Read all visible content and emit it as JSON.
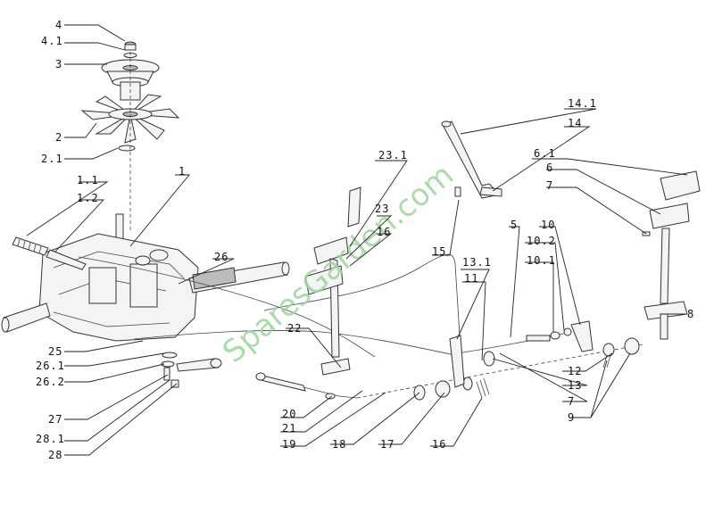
{
  "watermark": "SparesGarden.com",
  "labels": [
    {
      "id": "4",
      "text": "4"
    },
    {
      "id": "4.1",
      "text": "4.1"
    },
    {
      "id": "3",
      "text": "3"
    },
    {
      "id": "2",
      "text": "2"
    },
    {
      "id": "2.1",
      "text": "2.1"
    },
    {
      "id": "1",
      "text": "1"
    },
    {
      "id": "1.1",
      "text": "1.1"
    },
    {
      "id": "1.2",
      "text": "1.2"
    },
    {
      "id": "26",
      "text": "26"
    },
    {
      "id": "25",
      "text": "25"
    },
    {
      "id": "26.1",
      "text": "26.1"
    },
    {
      "id": "26.2",
      "text": "26.2"
    },
    {
      "id": "27",
      "text": "27"
    },
    {
      "id": "28.1",
      "text": "28.1"
    },
    {
      "id": "28",
      "text": "28"
    },
    {
      "id": "22",
      "text": "22"
    },
    {
      "id": "23.1",
      "text": "23.1"
    },
    {
      "id": "23",
      "text": "23"
    },
    {
      "id": "16a",
      "text": "16"
    },
    {
      "id": "20",
      "text": "20"
    },
    {
      "id": "21",
      "text": "21"
    },
    {
      "id": "19",
      "text": "19"
    },
    {
      "id": "18",
      "text": "18"
    },
    {
      "id": "17",
      "text": "17"
    },
    {
      "id": "16b",
      "text": "16"
    },
    {
      "id": "14.1",
      "text": "14.1"
    },
    {
      "id": "14",
      "text": "14"
    },
    {
      "id": "15",
      "text": "15"
    },
    {
      "id": "13.1",
      "text": "13.1"
    },
    {
      "id": "11",
      "text": "11"
    },
    {
      "id": "5",
      "text": "5"
    },
    {
      "id": "10",
      "text": "10"
    },
    {
      "id": "10.2",
      "text": "10.2"
    },
    {
      "id": "10.1",
      "text": "10.1"
    },
    {
      "id": "6.1",
      "text": "6.1"
    },
    {
      "id": "6",
      "text": "6"
    },
    {
      "id": "7a",
      "text": "7"
    },
    {
      "id": "8",
      "text": "8"
    },
    {
      "id": "12",
      "text": "12"
    },
    {
      "id": "13",
      "text": "13"
    },
    {
      "id": "7b",
      "text": "7"
    },
    {
      "id": "9",
      "text": "9"
    }
  ]
}
